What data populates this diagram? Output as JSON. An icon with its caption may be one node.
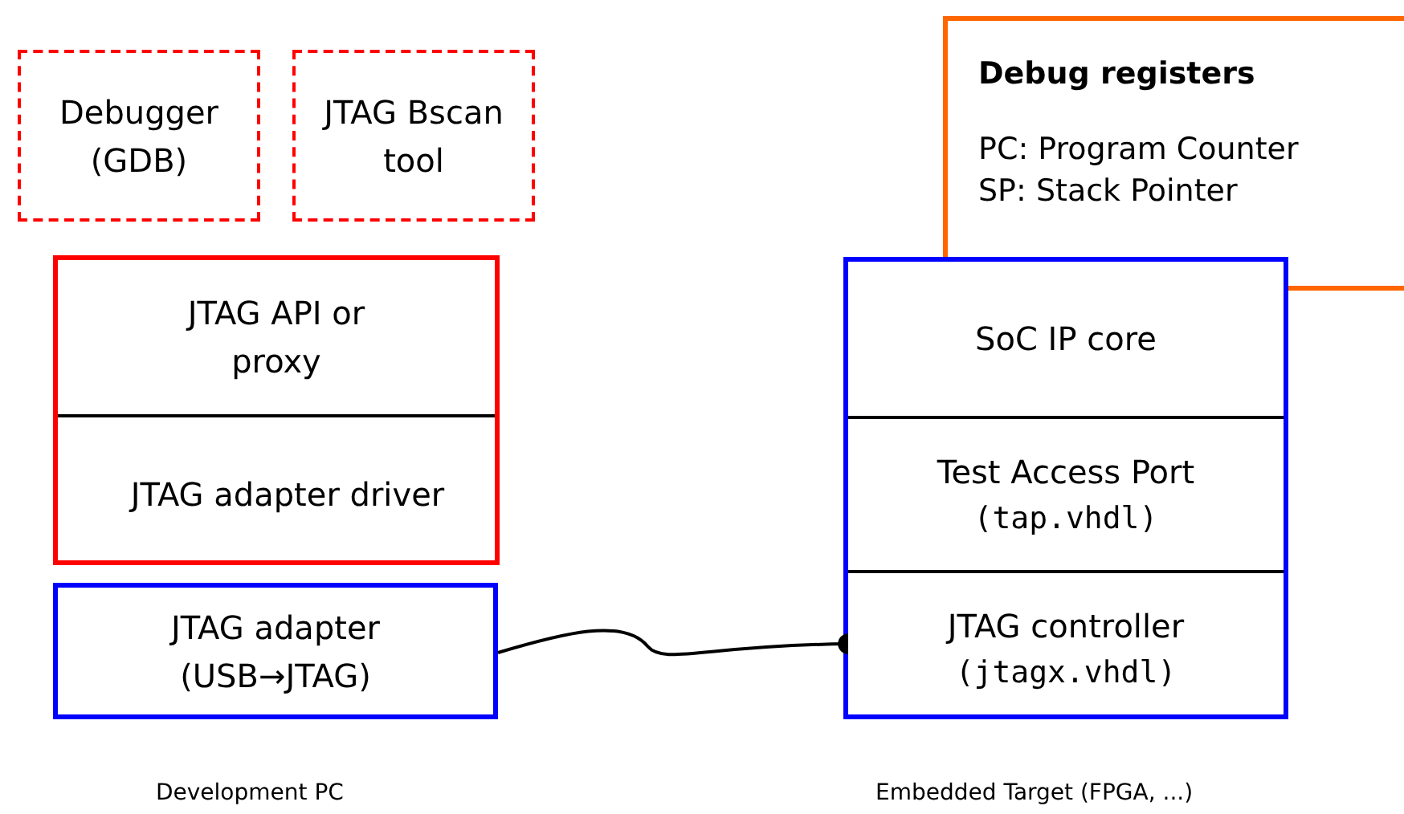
{
  "diagram": {
    "nodes": [
      {
        "text": [
          "Debugger (GDB)"
        ]
      },
      {
        "text": [
          "JTAG Bscan tool"
        ]
      },
      {
        "text": [],
        "shape": "box"
      },
      {
        "text": [
          "JTAG API or proxy"
        ],
        "in": 2
      },
      {
        "text": [
          "JTAG adapter driver"
        ],
        "in": 2
      },
      {
        "text": [
          "JTAG adapter (USB→JTAG)"
        ]
      },
      {
        "text": [
          "Debug registers",
          "PC: Program Counter",
          "SP: Stack Pointer"
        ]
      },
      {
        "text": [],
        "shape": "box"
      },
      {
        "text": [
          "SoC IP core"
        ],
        "in": 7
      },
      {
        "text": [
          "Test Access Port",
          "(tap.vhdl)"
        ],
        "in": 7
      },
      {
        "text": [
          "JTAG controller",
          "(jtagx.vhdl)"
        ],
        "in": 7
      }
    ],
    "edges": [
      {
        "from": 5,
        "to": 10,
        "arrow": "other"
      }
    ],
    "labels": [
      "Development PC",
      "Embedded Target (FPGA, ...)"
    ]
  }
}
